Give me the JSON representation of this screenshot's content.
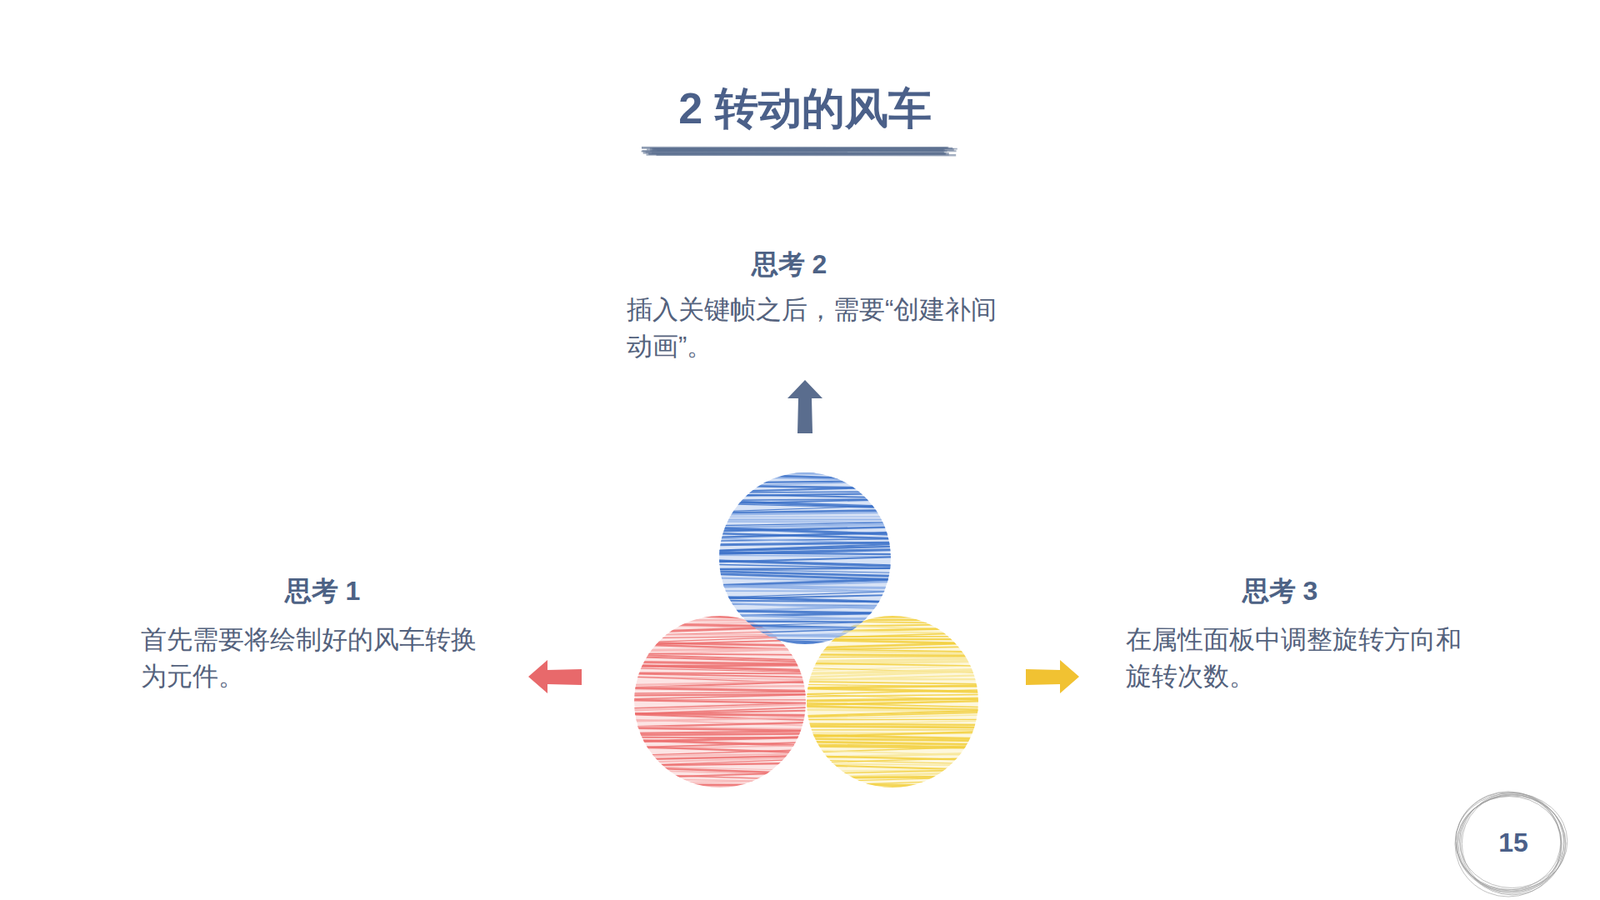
{
  "diagram": {
    "title": "2 转动的风车",
    "labels": [
      "思考 2",
      "插入关键帧之后，需要“创建补间动画”。",
      "思考 1",
      "首先需要将绘制好的风车转换为元件。",
      "思考 3",
      "在属性面板中调整旋转方向和旋转次数。",
      "15"
    ]
  }
}
